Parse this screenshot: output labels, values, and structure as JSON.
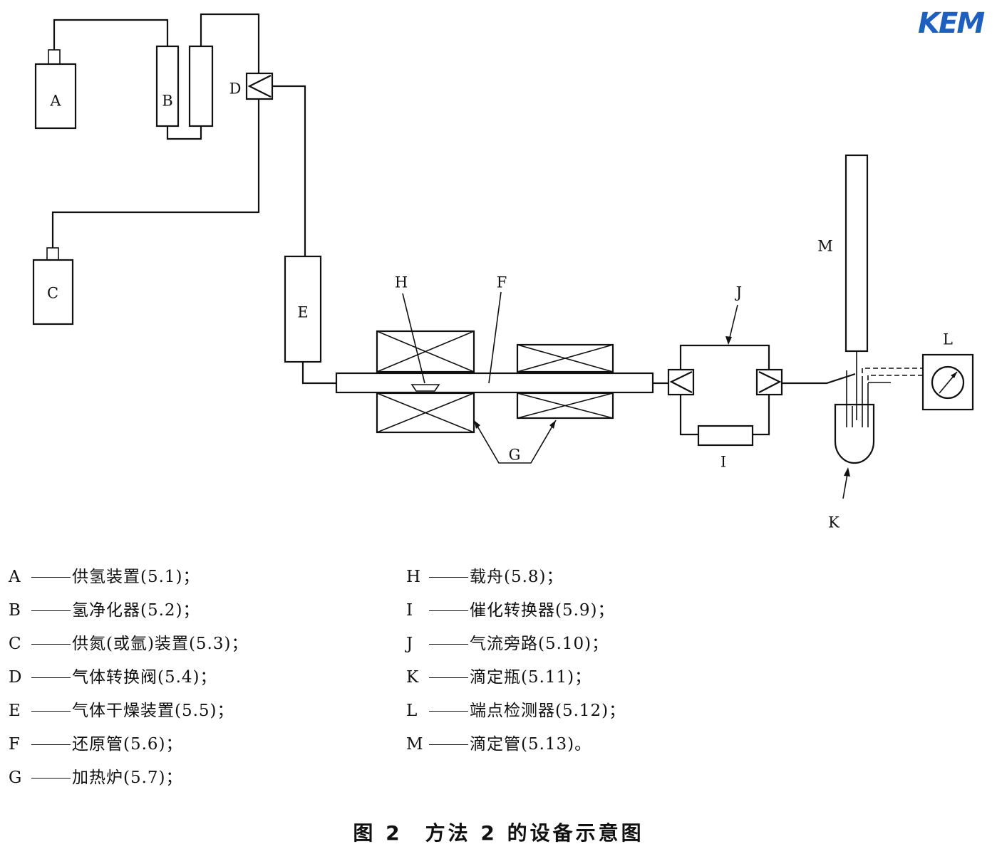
{
  "logo": "KEM",
  "labels": {
    "A": "A",
    "B": "B",
    "C": "C",
    "D": "D",
    "E": "E",
    "F": "F",
    "G": "G",
    "H": "H",
    "I": "I",
    "J": "J",
    "K": "K",
    "L": "L",
    "M": "M"
  },
  "legend": [
    {
      "key": "A",
      "text": "供氢装置(5.1)；"
    },
    {
      "key": "B",
      "text": "氢净化器(5.2)；"
    },
    {
      "key": "C",
      "text": "供氮(或氩)装置(5.3)；"
    },
    {
      "key": "D",
      "text": "气体转换阀(5.4)；"
    },
    {
      "key": "E",
      "text": "气体干燥装置(5.5)；"
    },
    {
      "key": "F",
      "text": "还原管(5.6)；"
    },
    {
      "key": "G",
      "text": "加热炉(5.7)；"
    },
    {
      "key": "H",
      "text": "载舟(5.8)；"
    },
    {
      "key": "I",
      "text": "催化转换器(5.9)；"
    },
    {
      "key": "J",
      "text": "气流旁路(5.10)；"
    },
    {
      "key": "K",
      "text": "滴定瓶(5.11)；"
    },
    {
      "key": "L",
      "text": "端点检测器(5.12)；"
    },
    {
      "key": "M",
      "text": "滴定管(5.13)。"
    }
  ],
  "caption": "图 2　方法 2 的设备示意图"
}
